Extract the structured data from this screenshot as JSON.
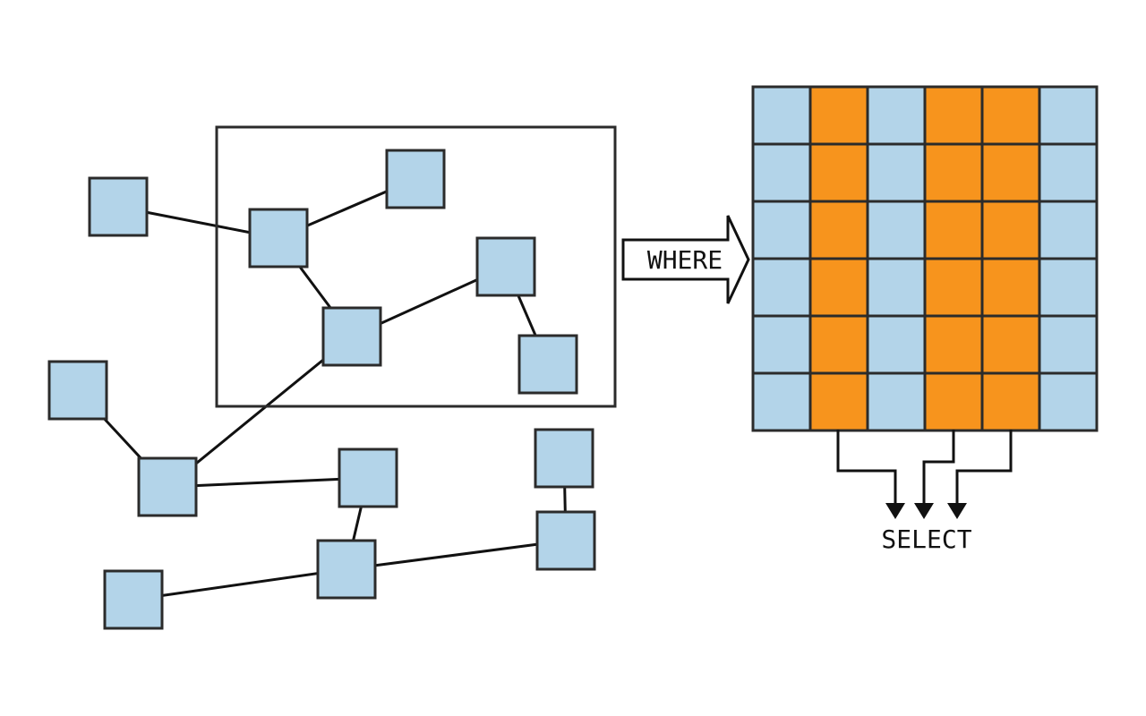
{
  "diagram": {
    "where_label": "WHERE",
    "select_label": "SELECT"
  },
  "colors": {
    "node_fill": "#b3d4e9",
    "selected_fill": "#f7941d",
    "stroke": "#2b2b2b"
  },
  "grid": {
    "rows": 6,
    "columns": 6,
    "selected_columns": [
      1,
      3,
      4
    ]
  }
}
